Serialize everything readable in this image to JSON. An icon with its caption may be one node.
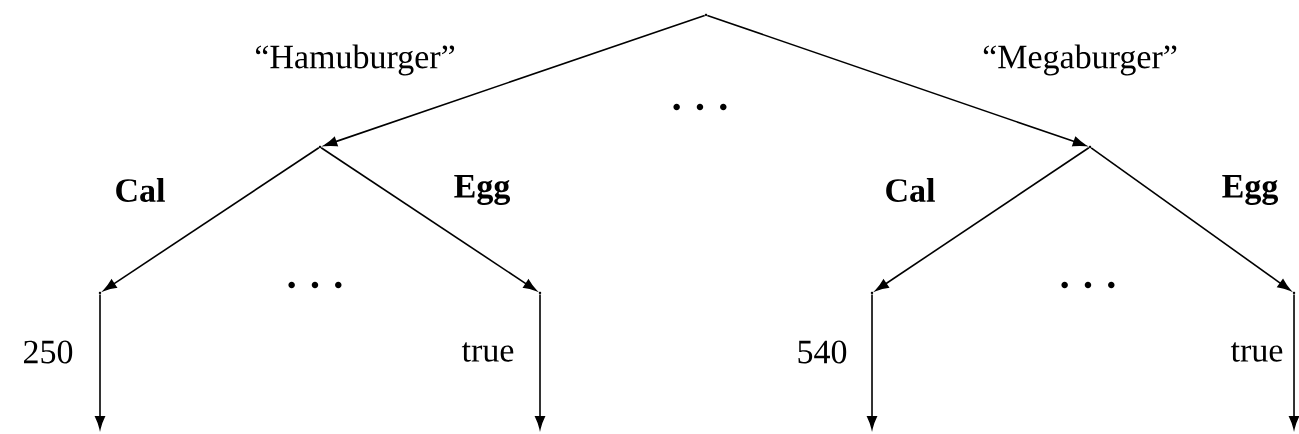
{
  "diagram": {
    "nodes": [
      {
        "text": [],
        "shape": "point"
      },
      {
        "text": [],
        "shape": "point"
      },
      {
        "text": [],
        "shape": "point"
      },
      {
        "text": [],
        "shape": "point"
      },
      {
        "text": [],
        "shape": "point"
      },
      {
        "text": [],
        "shape": "point"
      },
      {
        "text": [],
        "shape": "point"
      }
    ],
    "edges": [
      {
        "from": 0,
        "to": 1,
        "arrow": "to",
        "label": "“Hamuburger”"
      },
      {
        "from": 0,
        "to": 2,
        "arrow": "to",
        "label": "“Megaburger”"
      },
      {
        "from": 1,
        "to": 3,
        "arrow": "to",
        "label": "Cal"
      },
      {
        "from": 1,
        "to": 4,
        "arrow": "to",
        "label": "Egg"
      },
      {
        "from": 2,
        "to": 5,
        "arrow": "to",
        "label": "Cal"
      },
      {
        "from": 2,
        "to": 6,
        "arrow": "to",
        "label": "Egg"
      },
      {
        "from": 3,
        "to": null,
        "arrow": "to",
        "label": "250"
      },
      {
        "from": 4,
        "to": null,
        "arrow": "to",
        "label": "true"
      },
      {
        "from": 5,
        "to": null,
        "arrow": "to",
        "label": "540"
      },
      {
        "from": 6,
        "to": null,
        "arrow": "to",
        "label": "true"
      }
    ],
    "labels": [
      "· · ·",
      "· · ·",
      "· · ·"
    ]
  }
}
